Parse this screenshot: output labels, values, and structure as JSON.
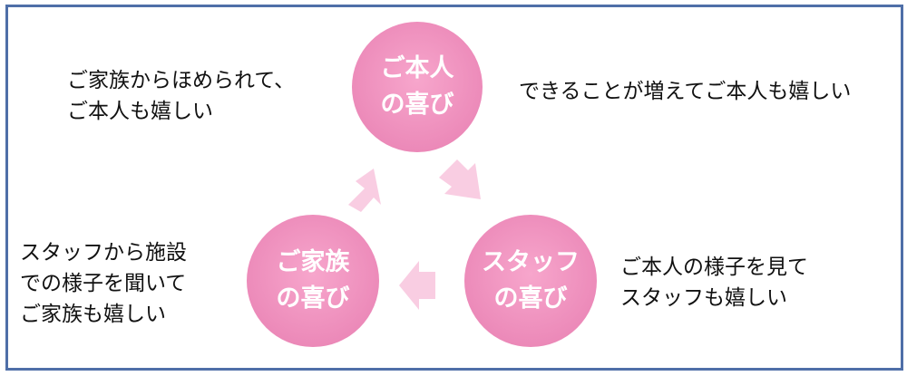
{
  "circles": {
    "top": {
      "line1": "ご本人",
      "line2": "の喜び"
    },
    "left": {
      "line1": "ご家族",
      "line2": "の喜び"
    },
    "right": {
      "line1": "スタッフ",
      "line2": "の喜び"
    }
  },
  "texts": {
    "top_left": {
      "line1": "ご家族からほめられて、",
      "line2": "ご本人も嬉しい"
    },
    "top_right": {
      "line1": "できることが増えてご本人も嬉しい"
    },
    "bottom_left": {
      "line1": "スタッフから施設",
      "line2": "での様子を聞いて",
      "line3": "ご家族も嬉しい"
    },
    "bottom_right": {
      "line1": "ご本人の様子を見て",
      "line2": "スタッフも嬉しい"
    }
  },
  "colors": {
    "frame_border": "#4f6fa8",
    "circle_fill": "#ec8ab9",
    "arrow_fill": "#f9cde2",
    "text": "#111111"
  }
}
